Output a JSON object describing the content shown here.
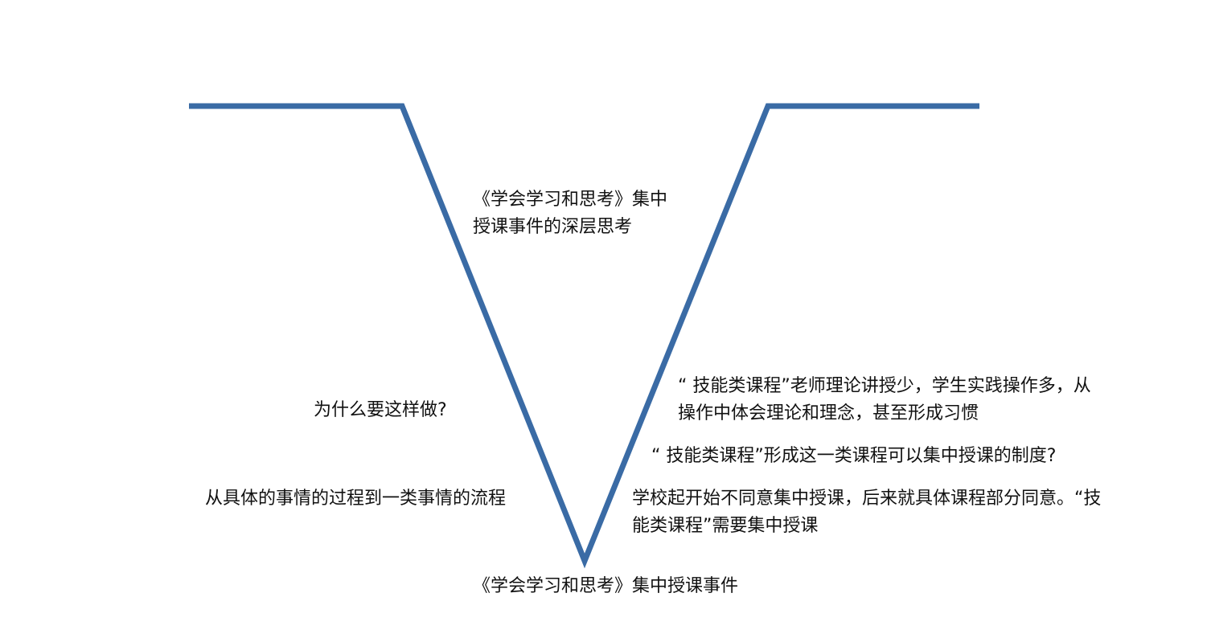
{
  "diagram": {
    "line_color": "#3a6ba5",
    "title": "《学会学习和思考》集中\n授课事件的深层思考",
    "bottom_event": "《学会学习和思考》集中授课事件",
    "left_labels": {
      "why": "为什么要这样做?",
      "process": "从具体的事情的过程到一类事情的流程"
    },
    "right_labels": {
      "insight": "“ 技能类课程”老师理论讲授少，学生实践操作多，从\n操作中体会理论和理念，甚至形成习惯",
      "question": "“ 技能类课程”形成这一类课程可以集中授课的制度?",
      "fact": "学校起开始不同意集中授课，后来就具体课程部分同意。“技\n能类课程”需要集中授课"
    }
  }
}
